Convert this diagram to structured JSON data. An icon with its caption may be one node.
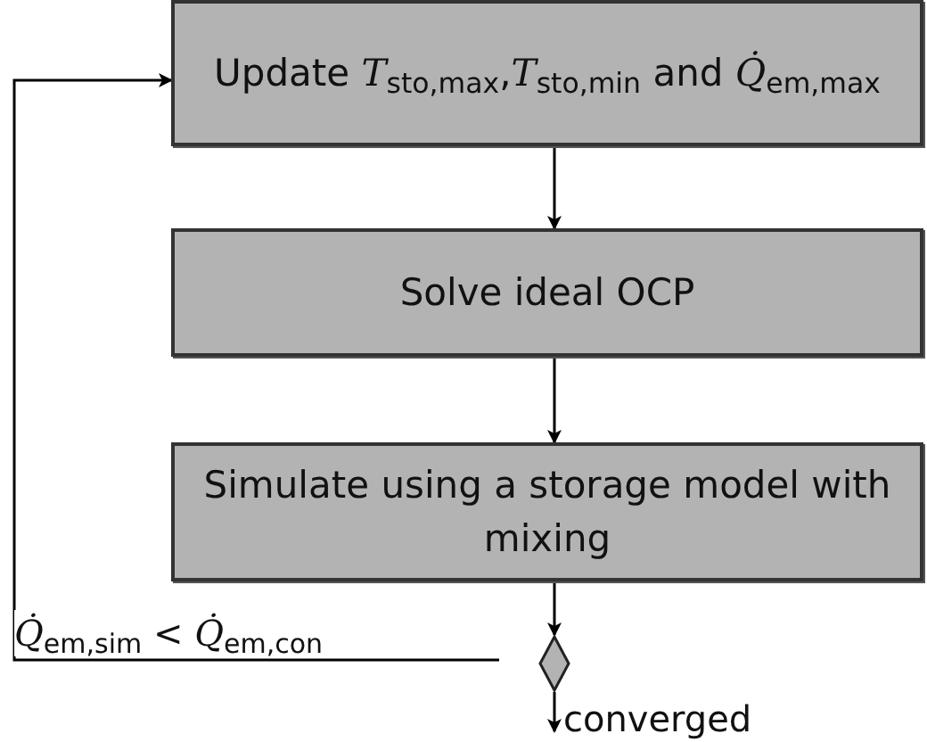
{
  "diagram": {
    "nodes": [
      {
        "text": [
          "Update *T*$_{sto,max}$,*T*$_{sto,min}$ and *Q̇*$_{em,max}$"
        ]
      },
      {
        "text": [
          "Solve ideal OCP"
        ]
      },
      {
        "text": [
          "Simulate using a storage model with mixing"
        ]
      },
      {
        "text": [],
        "shape": "diamond"
      },
      {
        "text": [
          "converged"
        ]
      }
    ],
    "edges": [
      {
        "from": 0,
        "to": 1,
        "arrow": "to"
      },
      {
        "from": 1,
        "to": 2,
        "arrow": "to"
      },
      {
        "from": 2,
        "to": 3,
        "arrow": "to"
      },
      {
        "from": 3,
        "to": 4,
        "arrow": "to"
      },
      {
        "from": 3,
        "to": 0,
        "arrow": "to",
        "label": "*Q̇*$_{em,sim}$ < *Q̇*$_{em,con}$"
      }
    ]
  }
}
